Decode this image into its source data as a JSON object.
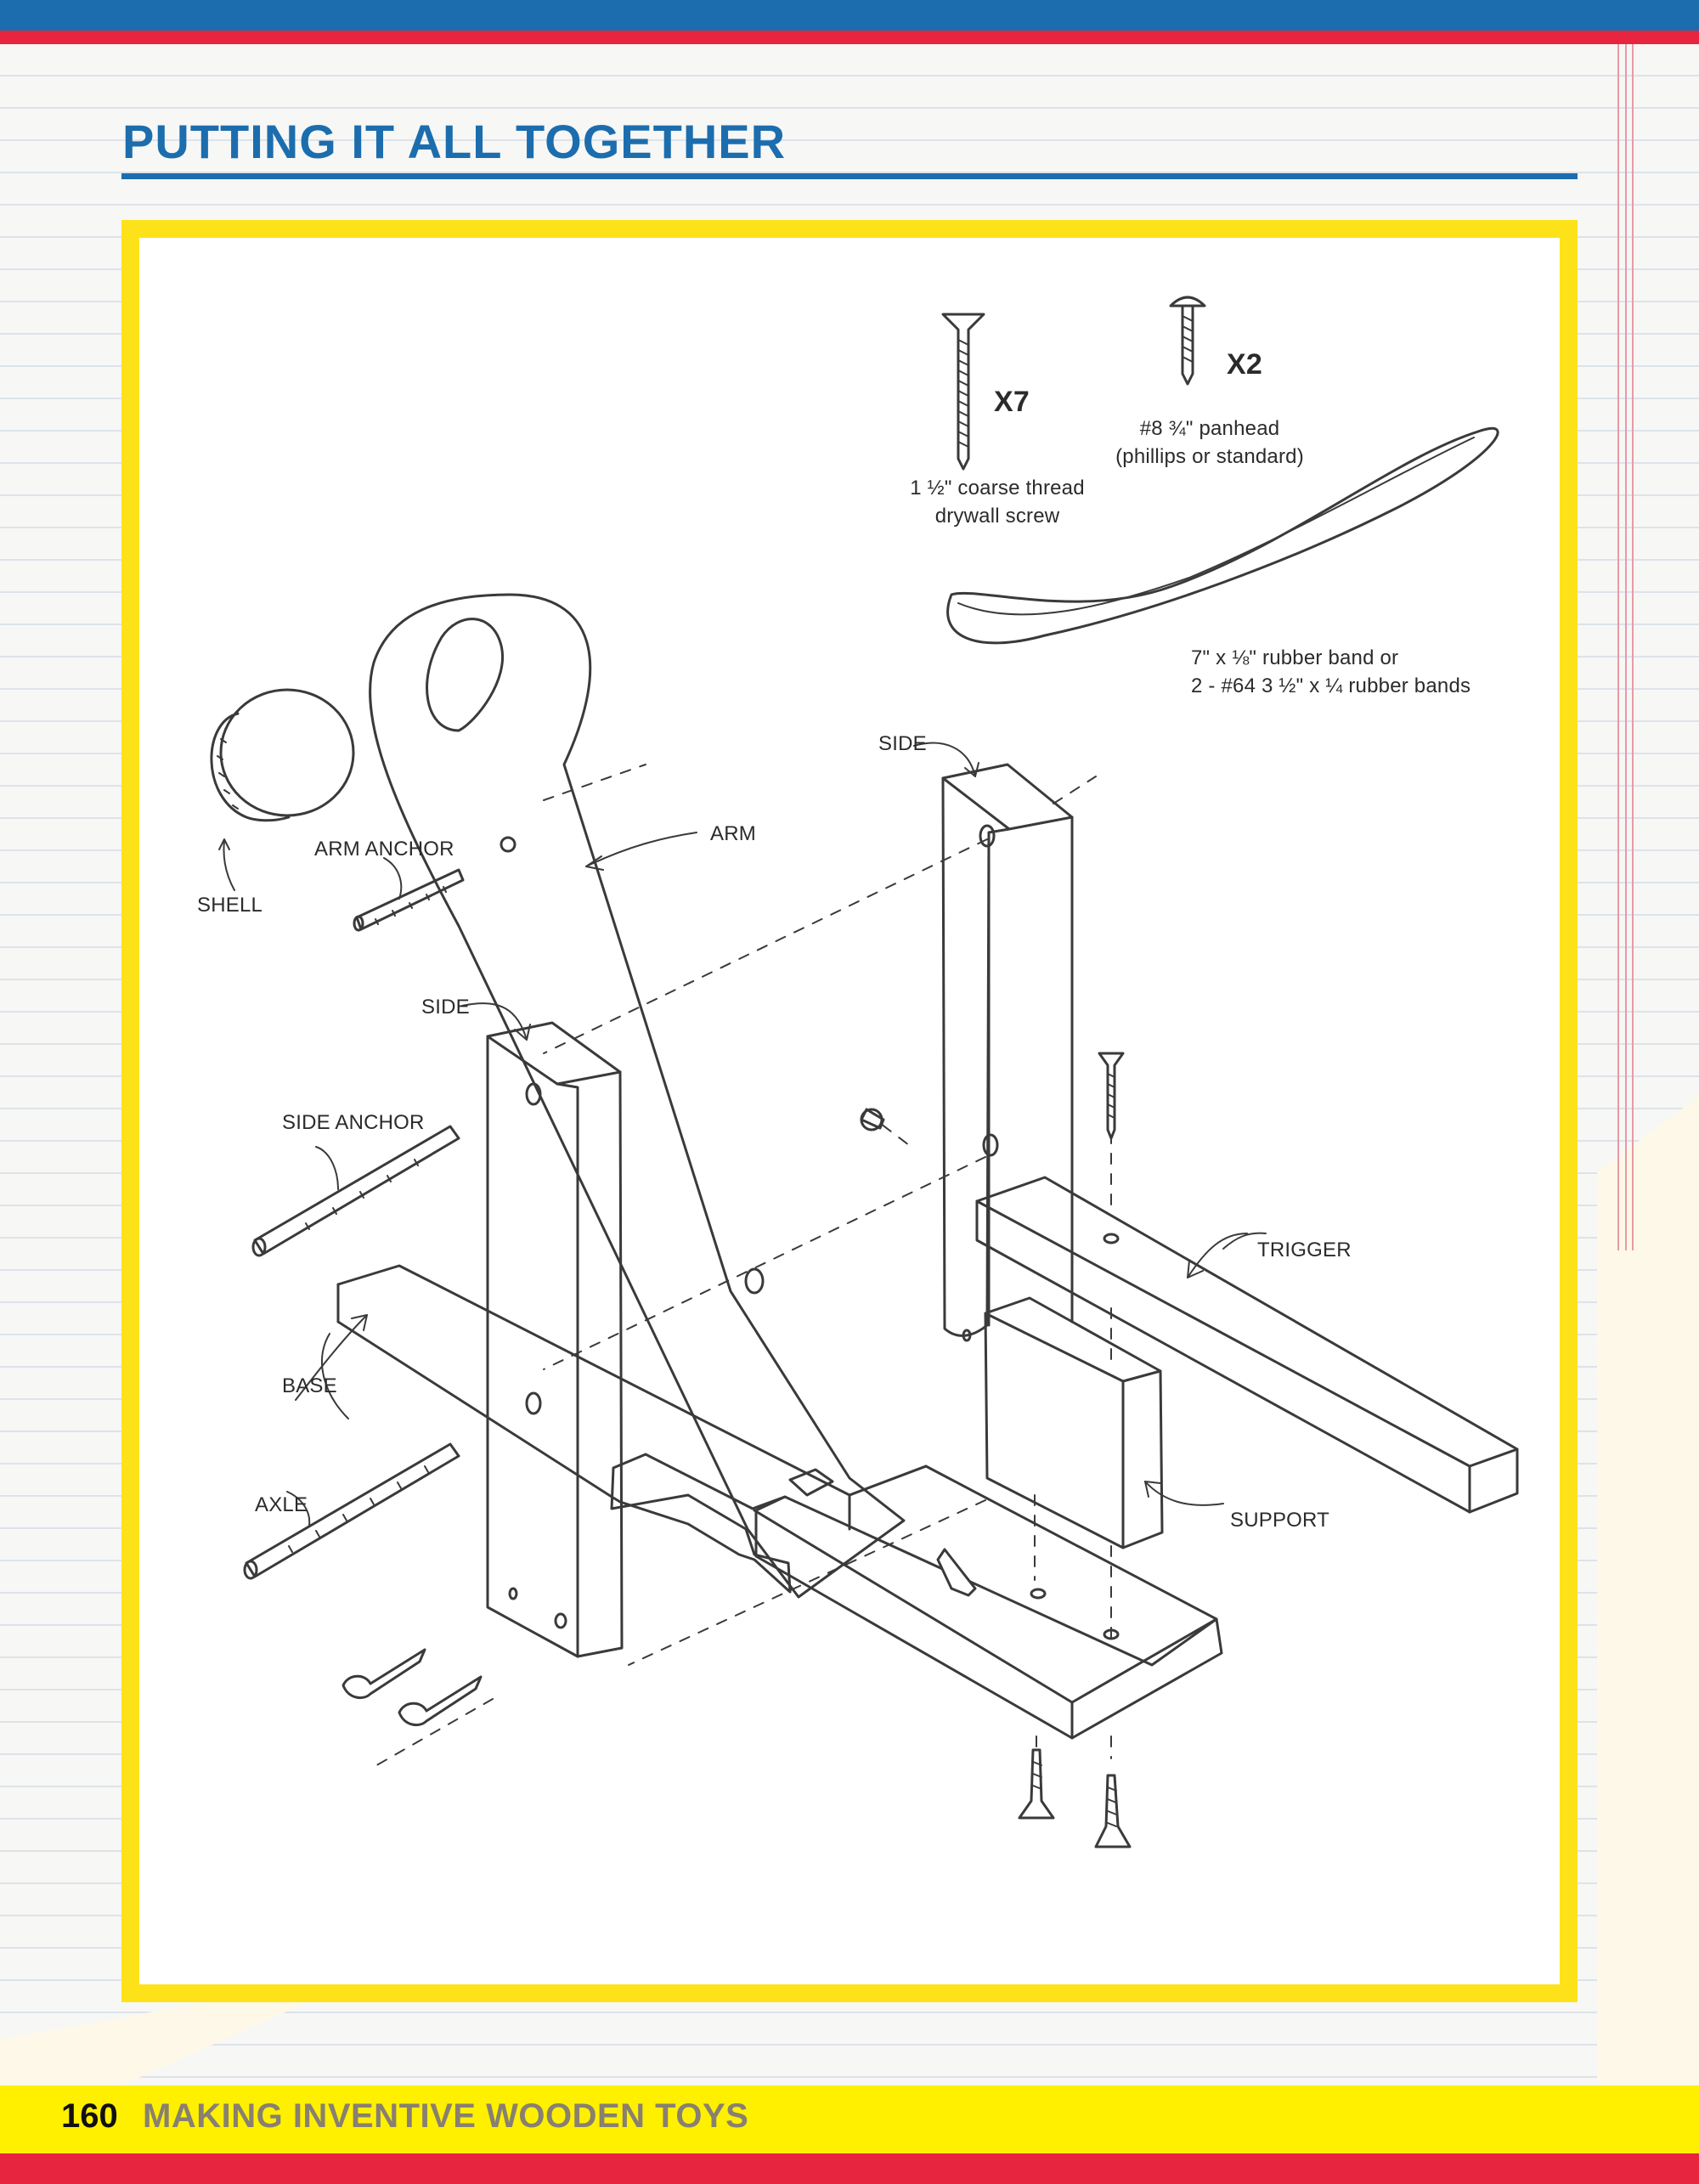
{
  "header": {
    "title": "PUTTING IT ALL TOGETHER"
  },
  "hardware": {
    "drywall_screw": {
      "qty": "X7",
      "line1": "1 ½\" coarse thread",
      "line2": "drywall screw"
    },
    "panhead_screw": {
      "qty": "X2",
      "line1": "#8 ¾\" panhead",
      "line2": "(phillips or standard)"
    },
    "rubber_band": {
      "line1": "7\" x ⅛\" rubber band or",
      "line2": "2 - #64 3 ½\" x ¼ rubber bands"
    }
  },
  "parts": {
    "shell": "SHELL",
    "arm_anchor": "ARM ANCHOR",
    "arm": "ARM",
    "side_back": "SIDE",
    "side_front": "SIDE",
    "side_anchor": "SIDE ANCHOR",
    "base": "BASE",
    "axle": "AXLE",
    "trigger": "TRIGGER",
    "support": "SUPPORT"
  },
  "footer": {
    "page_number": "160",
    "book_title": "MAKING INVENTIVE WOODEN TOYS"
  },
  "colors": {
    "header_blue": "#1c6dae",
    "accent_red": "#e8253f",
    "frame_yellow": "#fde21a",
    "footer_yellow": "#fff000"
  }
}
